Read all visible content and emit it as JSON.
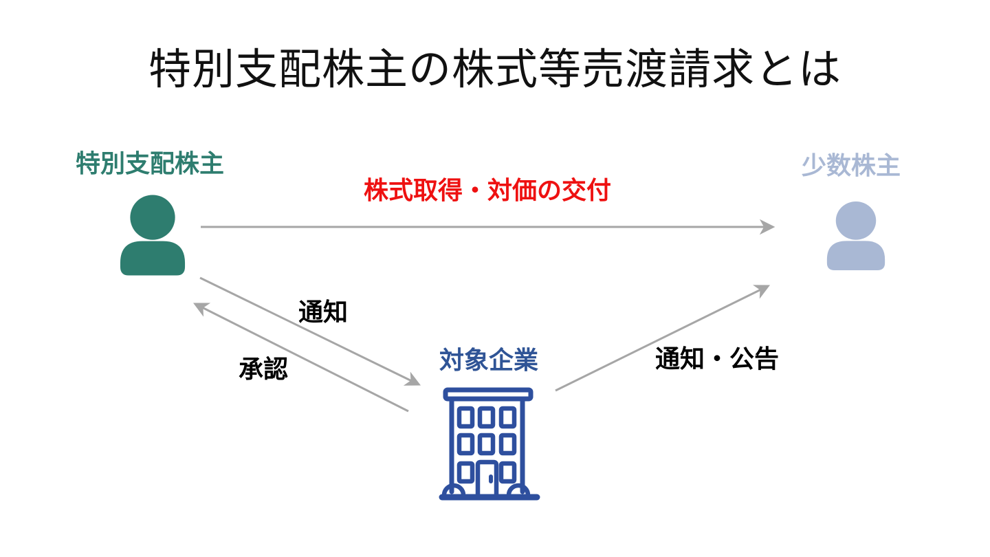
{
  "title": "特別支配株主の株式等売渡請求とは",
  "colors": {
    "background": "#FFFFFF",
    "title_text": "#111111",
    "controlling_shareholder": "#2E7D6F",
    "minority_shareholder": "#A9B8D4",
    "company_label": "#2F5496",
    "company_icon": "#2E4F9E",
    "acquisition_label": "#EE1111",
    "plain_label": "#000000",
    "arrow": "#A6A6A6"
  },
  "actors": {
    "controlling": {
      "label": "特別支配株主",
      "icon": "person-icon"
    },
    "minority": {
      "label": "少数株主",
      "icon": "person-icon"
    },
    "company": {
      "label": "対象企業",
      "icon": "building-icon"
    }
  },
  "arrows": [
    {
      "id": "acquisition",
      "label": "株式取得・対価の交付",
      "from": "特別支配株主",
      "to": "少数株主"
    },
    {
      "id": "notice",
      "label": "通知",
      "from": "特別支配株主",
      "to": "対象企業"
    },
    {
      "id": "approval",
      "label": "承認",
      "from": "対象企業",
      "to": "特別支配株主"
    },
    {
      "id": "notice_public",
      "label": "通知・公告",
      "from": "対象企業",
      "to": "少数株主"
    }
  ]
}
